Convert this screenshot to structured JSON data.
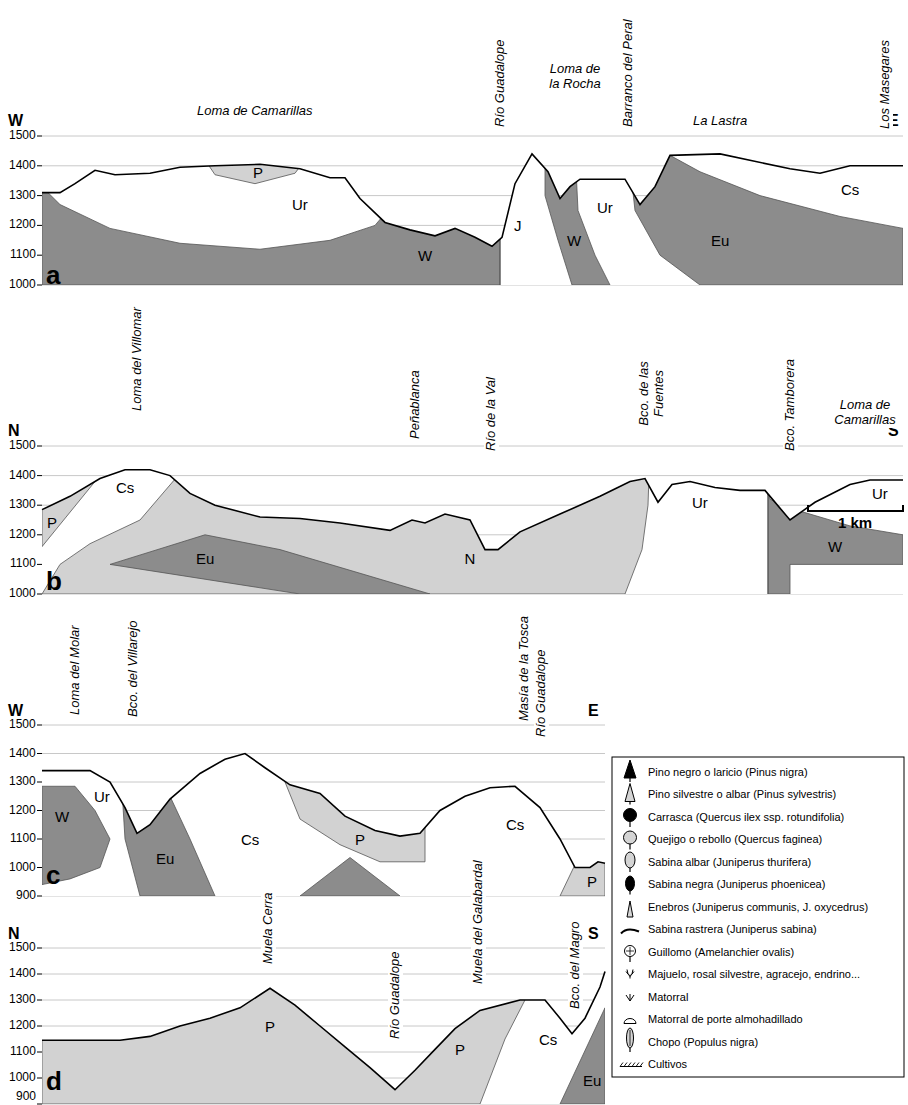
{
  "diagram": {
    "labels": [
      "a",
      "W",
      "E",
      "1500",
      "1400",
      "1300",
      "1200",
      "1100",
      "1000",
      "Loma de Camarillas",
      "Río Guadalope",
      "Loma de la Rocha",
      "Barranco del Peral",
      "La Lastra",
      "Los Masegares",
      "P",
      "Ur",
      "W",
      "J",
      "W",
      "Ur",
      "Eu",
      "Cs",
      "b",
      "N",
      "S",
      "1500",
      "1400",
      "1300",
      "1200",
      "1100",
      "1000",
      "Loma del Villomar",
      "Peñablanca",
      "Río de la Val",
      "Bco. de las Fuentes",
      "Bco. Tamborera",
      "Loma de Camarillas",
      "P",
      "Cs",
      "Eu",
      "N",
      "Ur",
      "W",
      "Ur",
      "1 km",
      "c",
      "W",
      "E",
      "1500",
      "1400",
      "1300",
      "1200",
      "1100",
      "1000",
      "900",
      "Loma del Molar",
      "Bco. del Villarejo",
      "Masía de la Tosca",
      "Río Guadalope",
      "W",
      "Ur",
      "Eu",
      "Cs",
      "P",
      "Cs",
      "P",
      "d",
      "N",
      "S",
      "1500",
      "1400",
      "1300",
      "1200",
      "1100",
      "1000",
      "900",
      "Muela Cerra",
      "Río Guadalope",
      "Muela del Galabardal",
      "Bco. del Magro",
      "P",
      "P",
      "Cs",
      "Eu"
    ],
    "legend": [
      {
        "text": "Pino negro o laricio (Pinus nigra)"
      },
      {
        "text": "Pino silvestre o albar (Pinus sylvestris)"
      },
      {
        "text": "Carrasca (Quercus ilex ssp. rotundifolia)"
      },
      {
        "text": "Quejigo o rebollo (Quercus faginea)"
      },
      {
        "text": "Sabina albar (Juniperus thurifera)"
      },
      {
        "text": "Sabina negra (Juniperus phoenicea)"
      },
      {
        "text": "Enebros (Juniperus communis, J. oxycedrus)"
      },
      {
        "text": "Sabina rastrera (Juniperus sabina)"
      },
      {
        "text": "Guillomo (Amelanchier ovalis)"
      },
      {
        "text": "Majuelo, rosal silvestre, agracejo, endrino..."
      },
      {
        "text": "Matorral"
      },
      {
        "text": "Matorral de porte almohadillado"
      },
      {
        "text": "Chopo (Populus nigra)"
      },
      {
        "text": "Cultivos"
      }
    ]
  }
}
